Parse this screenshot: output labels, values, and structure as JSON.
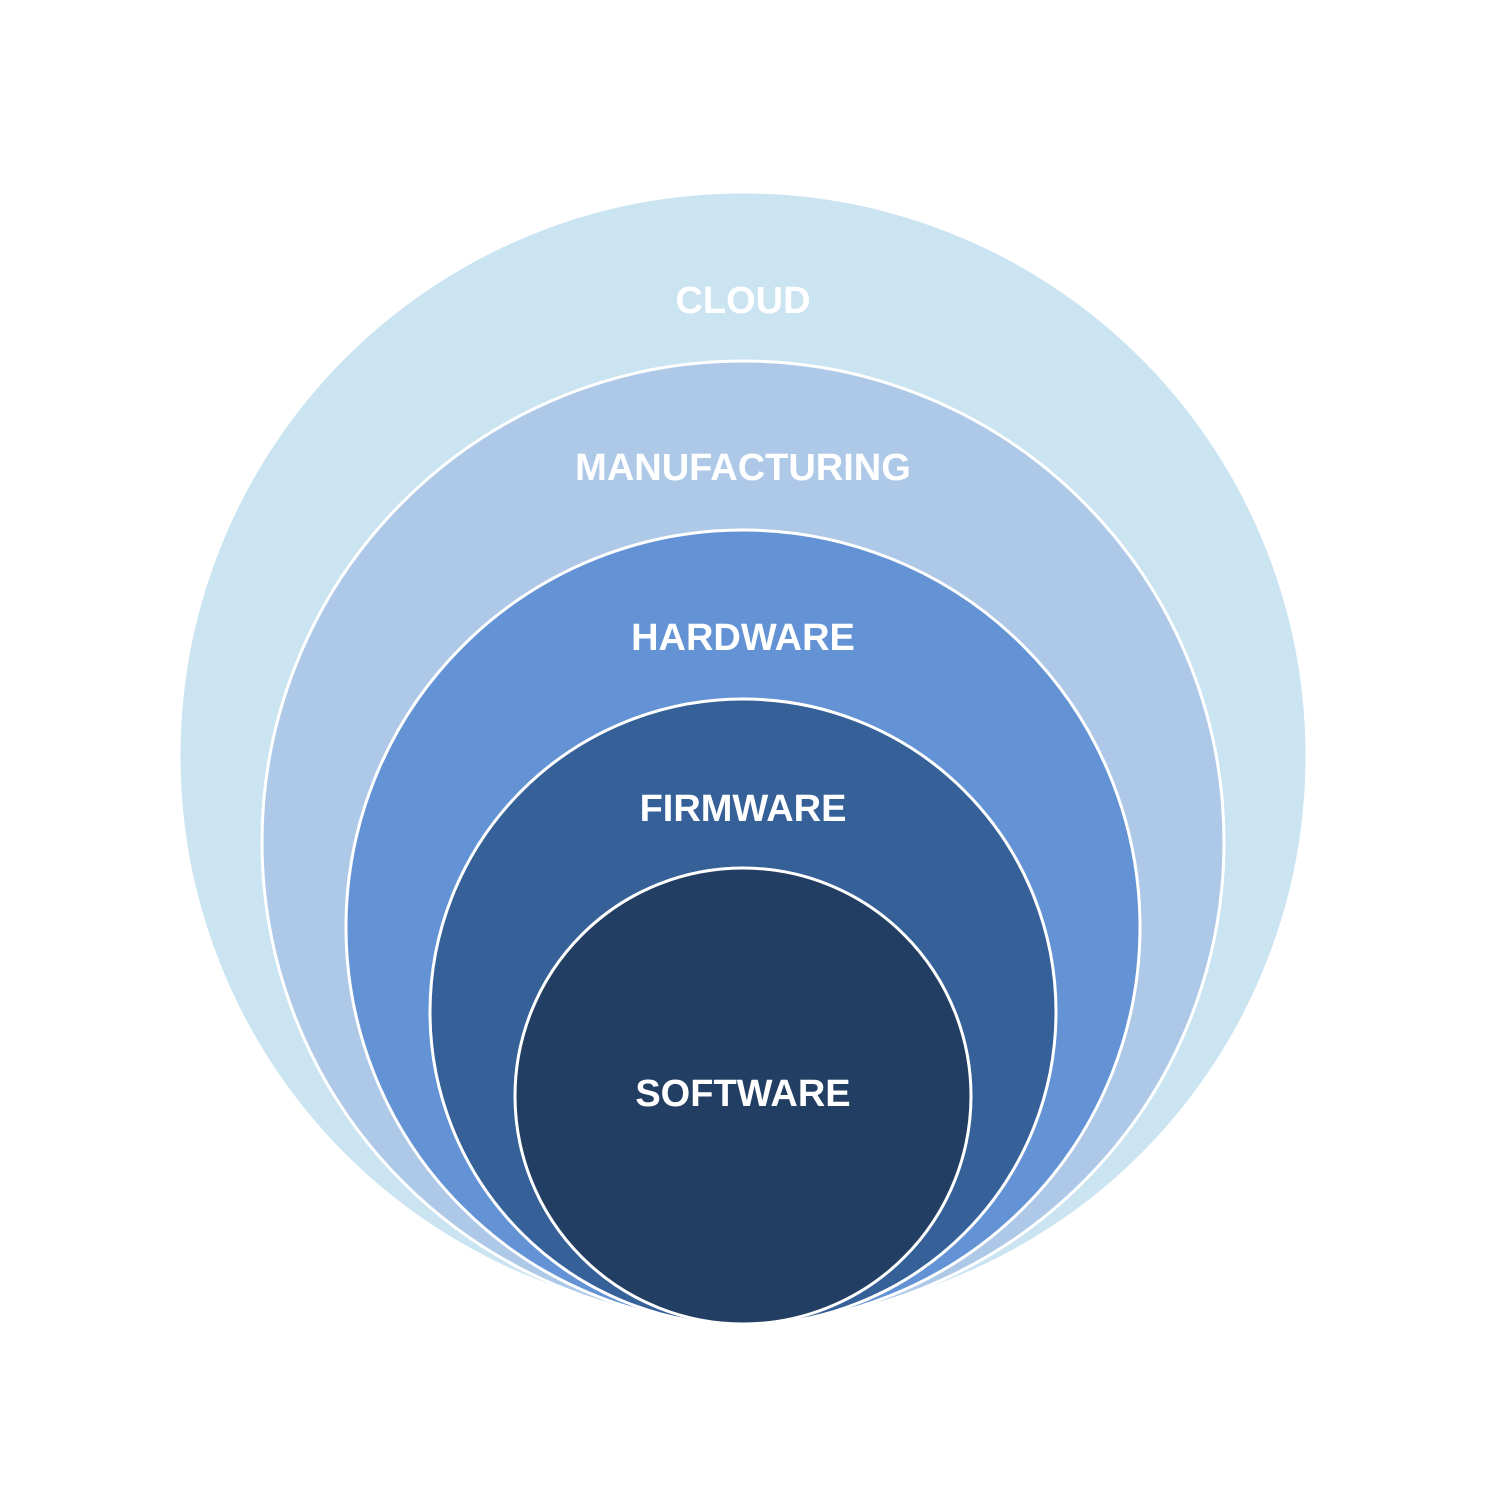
{
  "diagram": {
    "type": "nested-circles",
    "layers": [
      {
        "id": "cloud",
        "label": "CLOUD",
        "color": "#cae4f2"
      },
      {
        "id": "manufacturing",
        "label": "MANUFACTURING",
        "color": "#aec9e8"
      },
      {
        "id": "hardware",
        "label": "HARDWARE",
        "color": "#6393d4"
      },
      {
        "id": "firmware",
        "label": "FIRMWARE",
        "color": "#366098"
      },
      {
        "id": "software",
        "label": "SOFTWARE",
        "color": "#233e63"
      }
    ],
    "outline_color": "#ffffff"
  }
}
